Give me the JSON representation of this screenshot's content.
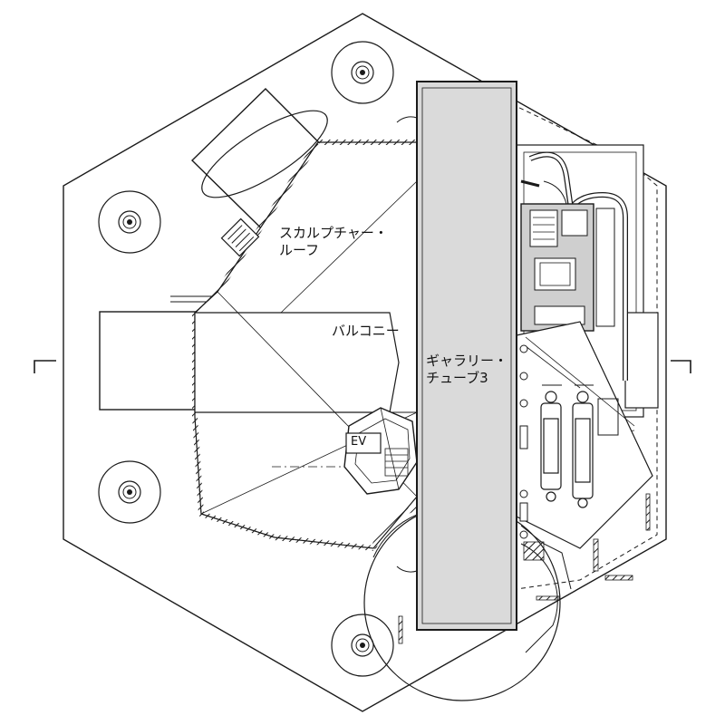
{
  "labels": {
    "sculpture_roof": [
      "スカルプチャー・",
      "ルーフ"
    ],
    "balcony": "バルコニー",
    "gallery_tube": [
      "ギャラリー・",
      "チューブ3"
    ],
    "elevator": "EV"
  },
  "colors": {
    "line": "#1a1a1a",
    "tube_fill": "#dadada",
    "core_fill": "#cfcfcf",
    "background": "#ffffff"
  }
}
